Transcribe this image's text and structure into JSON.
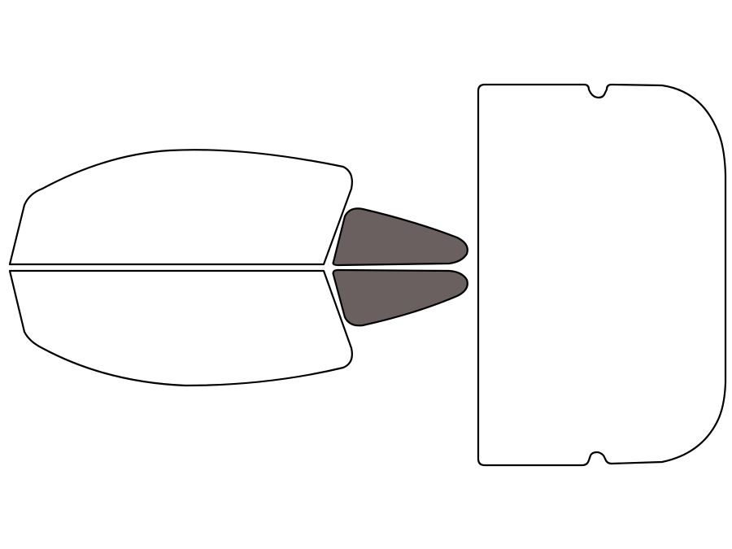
{
  "diagram": {
    "outline_color": "#000000",
    "unselected_fill": "#ffffff",
    "selected_fill": "#6b6060",
    "pieces": [
      {
        "name": "driver-front-door-window",
        "selected": false
      },
      {
        "name": "passenger-front-door-window",
        "selected": false
      },
      {
        "name": "driver-quarter-window",
        "selected": true
      },
      {
        "name": "passenger-quarter-window",
        "selected": true
      },
      {
        "name": "rear-windshield",
        "selected": false
      }
    ]
  }
}
